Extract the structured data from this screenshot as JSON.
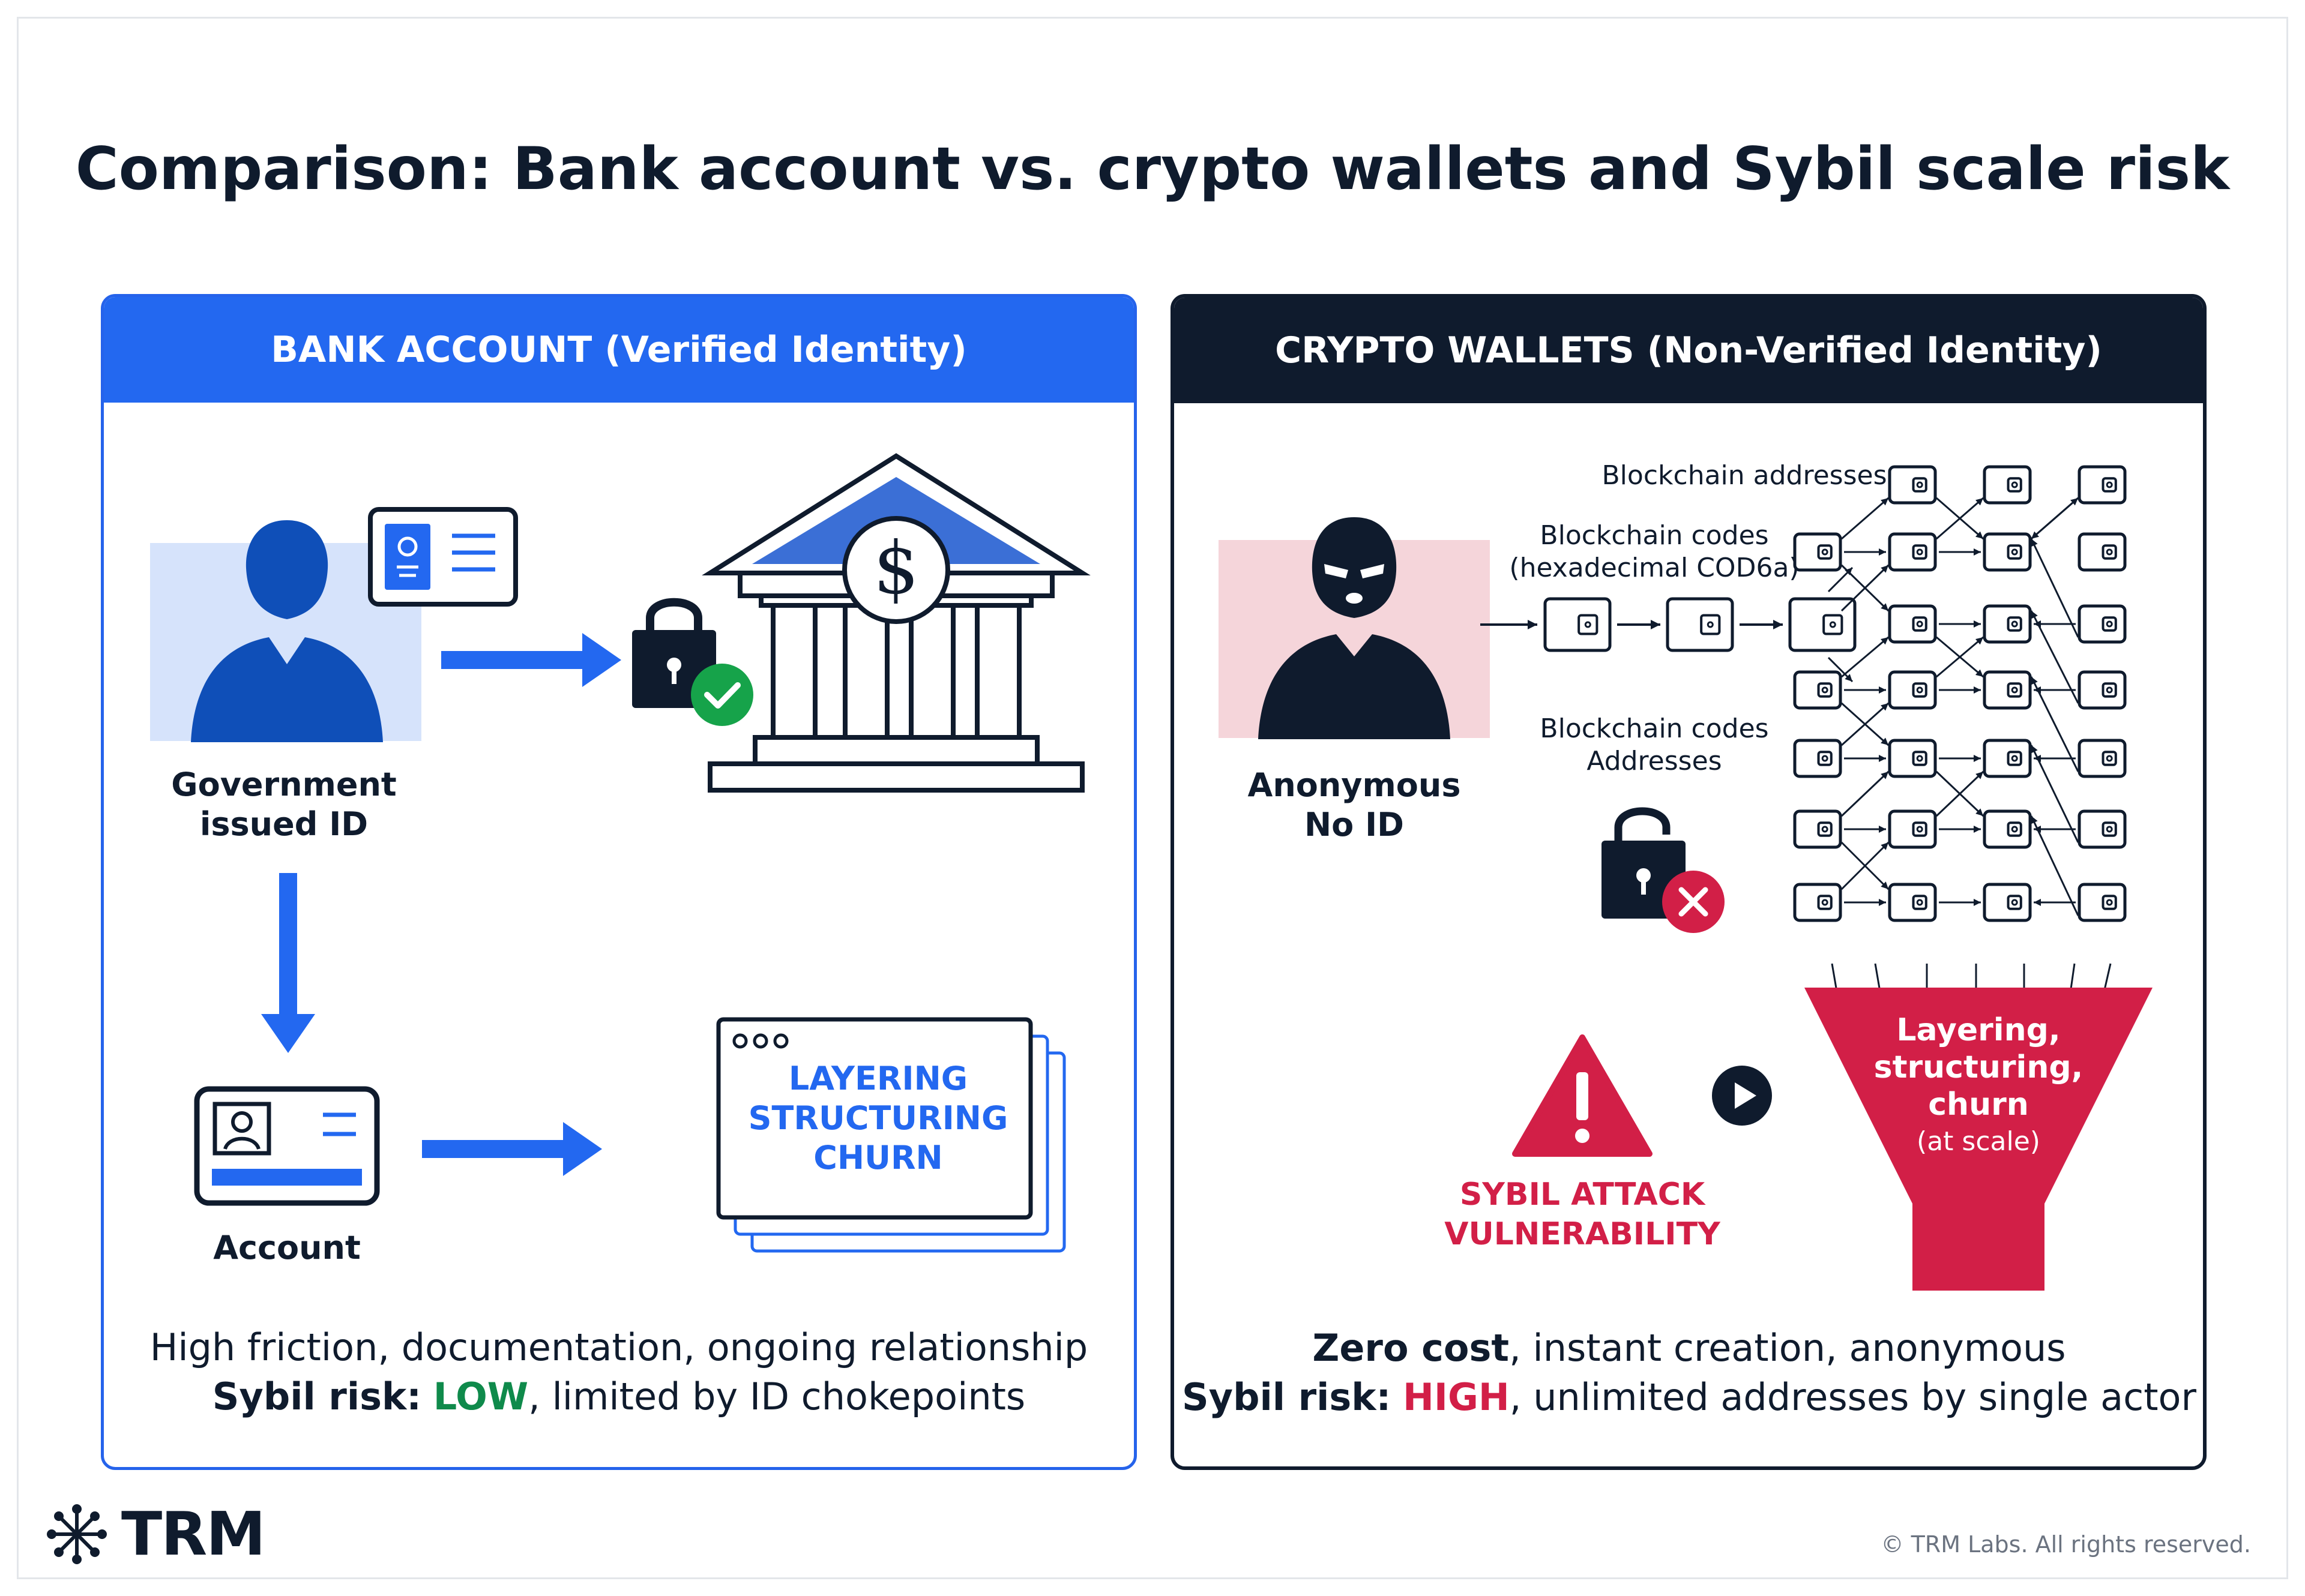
{
  "title": "Comparison: Bank account vs. crypto wallets and Sybil scale risk",
  "bank": {
    "header": "BANK ACCOUNT (Verified Identity)",
    "person_label_line1": "Government",
    "person_label_line2": "issued ID",
    "account_label": "Account",
    "layering_line1": "LAYERING",
    "layering_line2": "STRUCTURING",
    "layering_line3": "CHURN",
    "summary_line1": "High friction, documentation, ongoing relationship",
    "summary_risk_prefix": "Sybil risk:",
    "summary_risk_value": "LOW",
    "summary_risk_suffix": ", limited by ID chokepoints"
  },
  "crypto": {
    "header": "CRYPTO WALLETS (Non-Verified Identity)",
    "person_label_line1": "Anonymous",
    "person_label_line2": "No ID",
    "label_addresses": "Blockchain addresses",
    "label_codes_line1": "Blockchain codes",
    "label_codes_line2": "(hexadecimal COD6a)",
    "label_codes2_line1": "Blockchain codes",
    "label_codes2_line2": "Addresses",
    "funnel_line1": "Layering,",
    "funnel_line2": "structuring,",
    "funnel_line3": "churn",
    "funnel_line4": "(at scale)",
    "warning_line1": "SYBIL ATTACK",
    "warning_line2": "VULNERABILITY",
    "summary_bold": "Zero cost",
    "summary_line1_rest": ", instant creation, anonymous",
    "summary_risk_prefix": "Sybil risk:",
    "summary_risk_value": "HIGH",
    "summary_risk_suffix": ", unlimited addresses by single actor"
  },
  "footer": {
    "brand": "TRM",
    "copyright": "© TRM Labs. All rights reserved."
  },
  "colors": {
    "blue": "#2368f0",
    "navy": "#0f1b2d",
    "red": "#d21f47",
    "green": "#0f8a4b",
    "light_blue": "#d6e3fb",
    "light_pink": "#f5d5da"
  },
  "icons": [
    "person-icon",
    "id-card-icon",
    "bank-building-icon",
    "locked-padlock-icon",
    "check-icon",
    "account-card-icon",
    "window-stack-icon",
    "masked-person-icon",
    "wallet-icon",
    "unlocked-padlock-icon",
    "cross-icon",
    "warning-icon",
    "play-icon",
    "funnel-icon",
    "network-icon"
  ]
}
